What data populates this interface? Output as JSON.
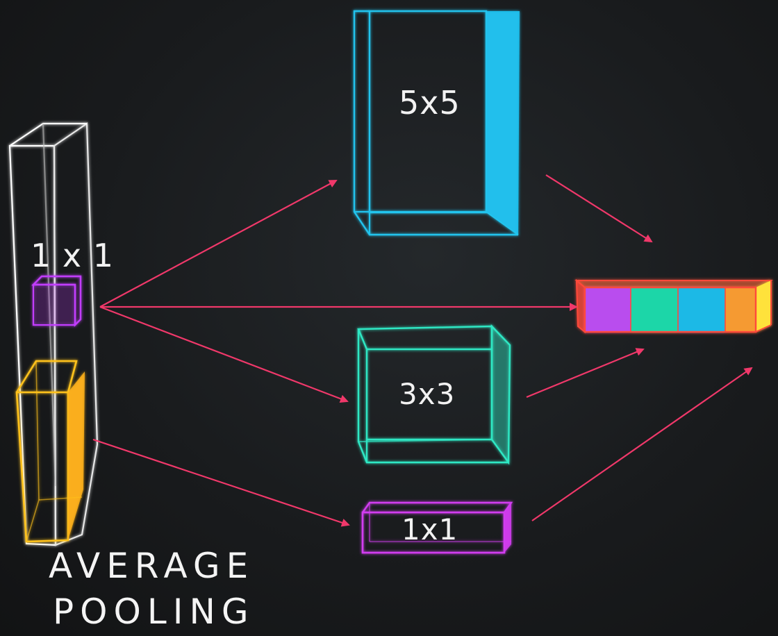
{
  "labels": {
    "input_block": "1 x 1",
    "block_5x5": "5x5",
    "block_3x3": "3x3",
    "block_1x1": "1x1"
  },
  "caption": {
    "line1": "AVERAGE",
    "line2": "POOLING"
  },
  "colors": {
    "background": "#17191b",
    "input_column": "#ffffff",
    "filter_1x1_input": "#c23cff",
    "pool_region": "#ffc21a",
    "block_5x5": "#22c4ee",
    "block_3x3": "#2fe8c4",
    "block_1x1": "#d23cf0",
    "arrows": "#f0386a",
    "output_frame": "#ff4a3a",
    "output_segments": [
      "#b94dee",
      "#1fd6a8",
      "#1bb9e6",
      "#f59a32",
      "#ffe23a"
    ]
  }
}
